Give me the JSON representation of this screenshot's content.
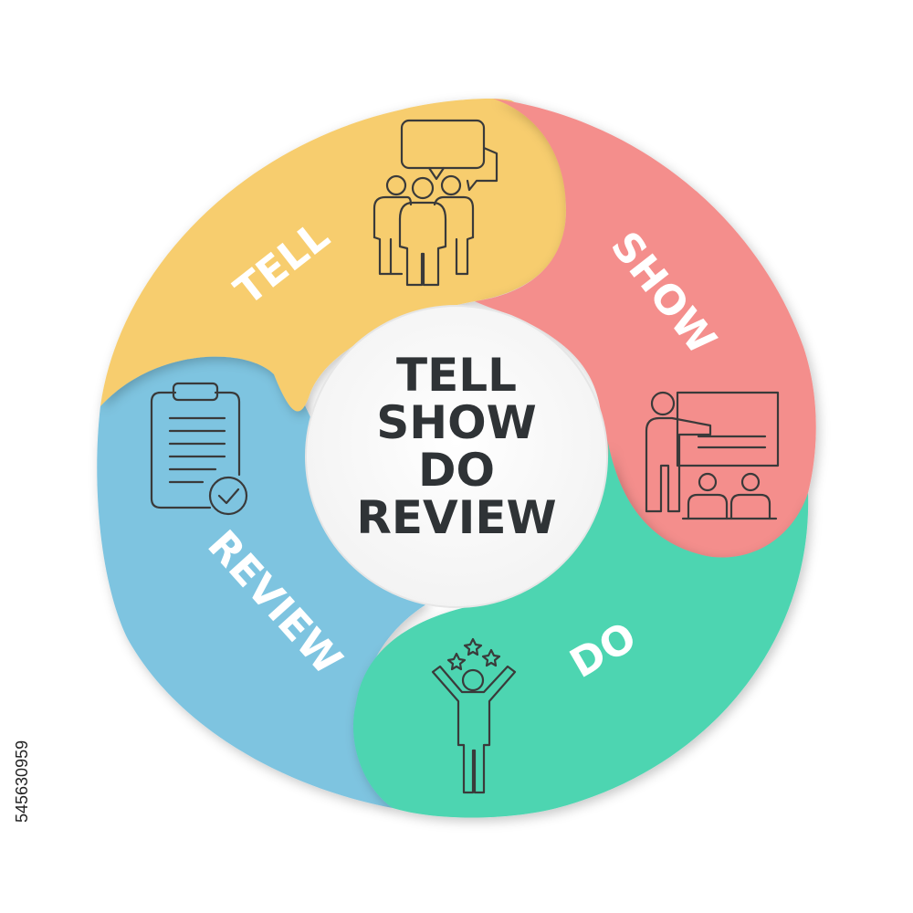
{
  "diagram": {
    "center_title_lines": [
      "TELL",
      "SHOW",
      "DO",
      "REVIEW"
    ],
    "segments": [
      {
        "key": "tell",
        "label": "TELL",
        "color": "#F7CD6E",
        "icon": "team-speech-bubbles-icon"
      },
      {
        "key": "show",
        "label": "SHOW",
        "color": "#F48E8C",
        "icon": "presenter-board-icon"
      },
      {
        "key": "do",
        "label": "DO",
        "color": "#4DD5B1",
        "icon": "celebrating-person-stars-icon"
      },
      {
        "key": "review",
        "label": "REVIEW",
        "color": "#7EC4E0",
        "icon": "clipboard-check-icon"
      }
    ]
  },
  "stock_id": "545630959"
}
